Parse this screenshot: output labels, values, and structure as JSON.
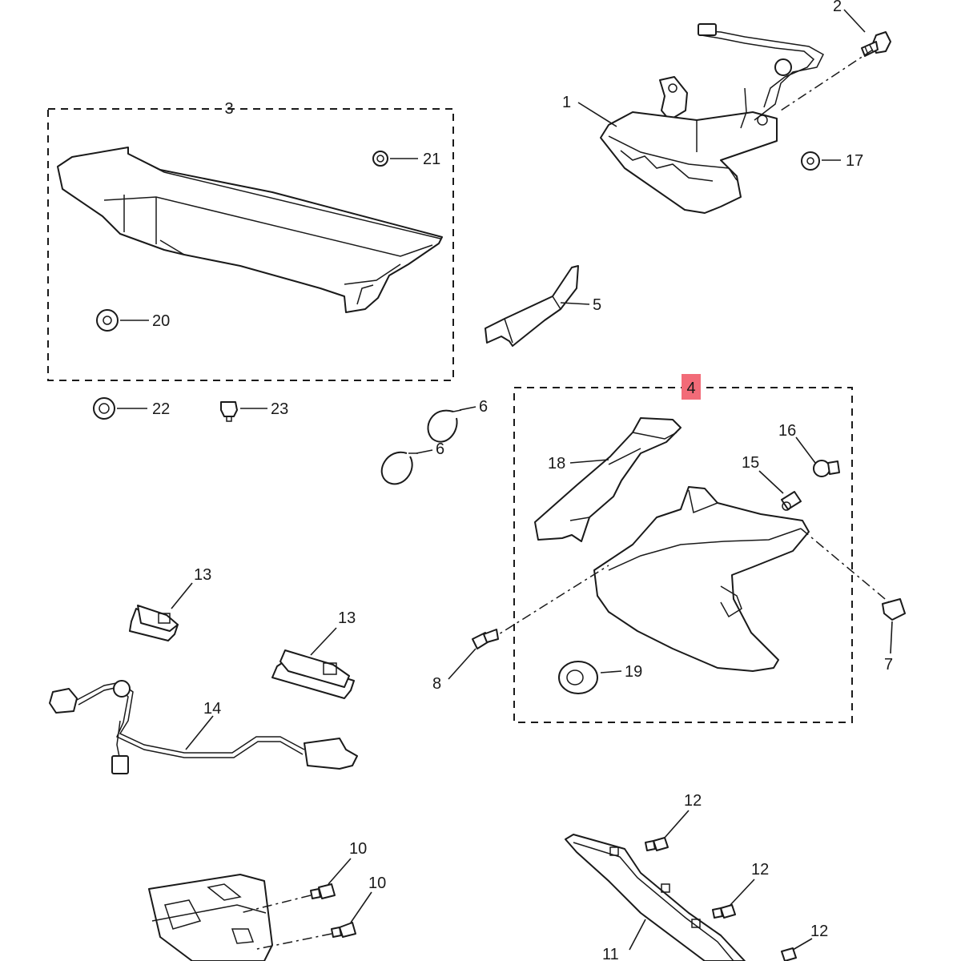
{
  "diagram": {
    "callouts": {
      "c1": "1",
      "c2": "2",
      "c3": "3",
      "c4": "4",
      "c5": "5",
      "c6a": "6",
      "c6b": "6",
      "c7": "7",
      "c8": "8",
      "c10a": "10",
      "c10b": "10",
      "c11": "11",
      "c12a": "12",
      "c12b": "12",
      "c12c": "12",
      "c13a": "13",
      "c13b": "13",
      "c14": "14",
      "c15": "15",
      "c16": "16",
      "c17": "17",
      "c18": "18",
      "c19": "19",
      "c20": "20",
      "c21": "21",
      "c22": "22",
      "c23": "23"
    },
    "highlighted_callout": "4",
    "highlight_color": "#f26b78",
    "line_color": "#1a1a1a"
  }
}
